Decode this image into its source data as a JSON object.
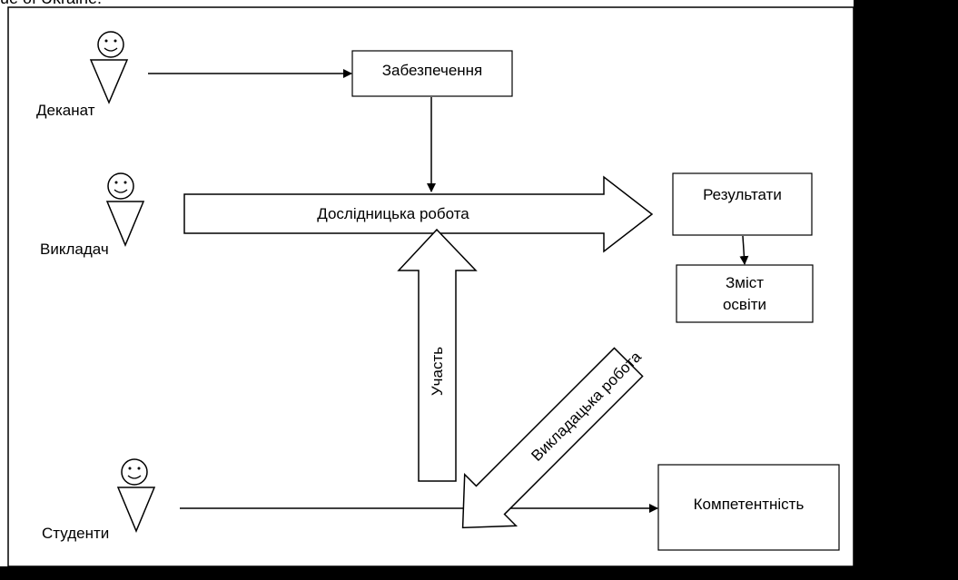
{
  "top_fragment": "ue of Ukraine.",
  "actors": {
    "dean": "Деканат",
    "teacher": "Викладач",
    "students": "Студенти"
  },
  "boxes": {
    "support": "Забезпечення",
    "results": "Результати",
    "content_line1": "Зміст",
    "content_line2": "освіти",
    "competence": "Компетентність"
  },
  "arrows": {
    "research": "Дослідницька робота",
    "participation": "Участь",
    "teaching": "Викладацька робота"
  },
  "colors": {
    "background": "#ffffff",
    "frame": "#000000",
    "stroke": "#000000"
  }
}
